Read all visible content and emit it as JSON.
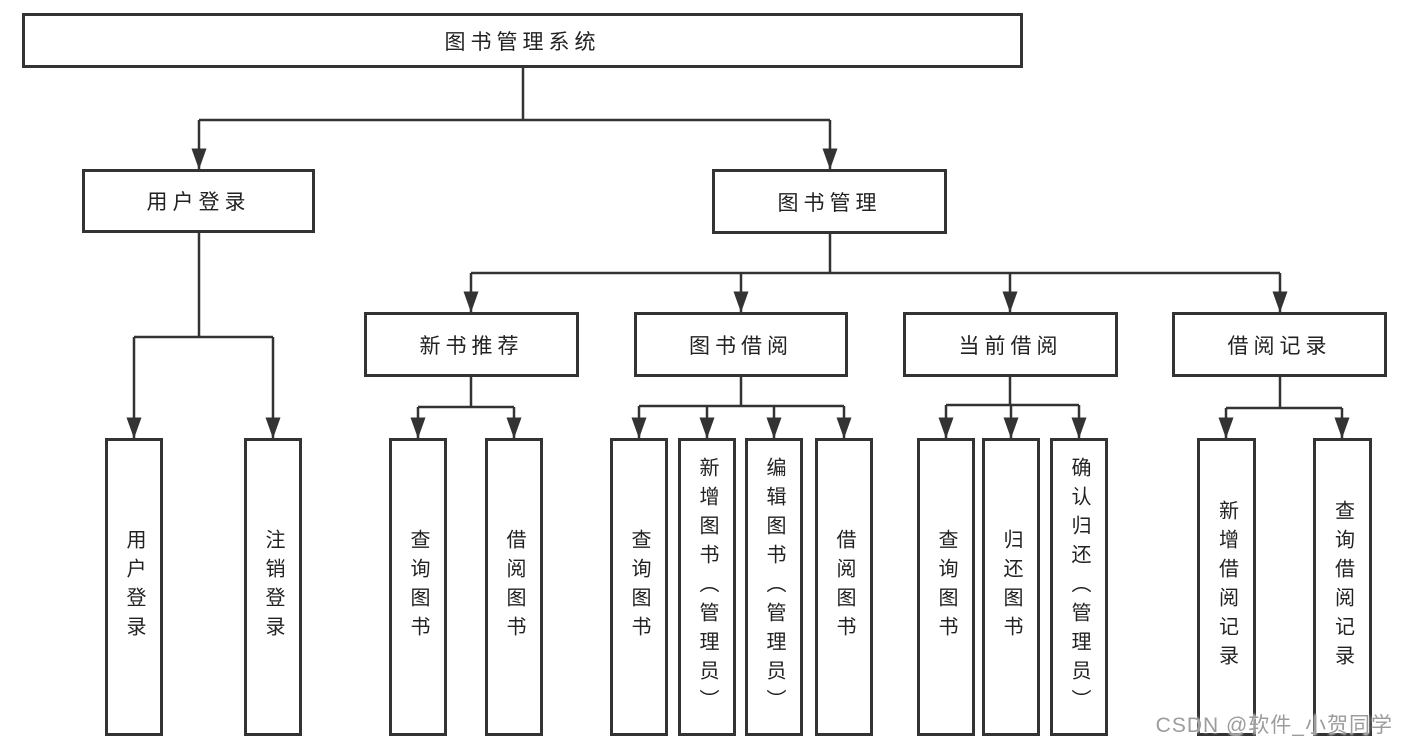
{
  "diagram": {
    "root": {
      "label": "图书管理系统"
    },
    "login_branch": {
      "label": "用户登录",
      "children": [
        {
          "label": "用户登录"
        },
        {
          "label": "注销登录"
        }
      ]
    },
    "mgmt_branch": {
      "label": "图书管理",
      "groups": [
        {
          "label": "新书推荐",
          "children": [
            {
              "label": "查询图书"
            },
            {
              "label": "借阅图书"
            }
          ]
        },
        {
          "label": "图书借阅",
          "children": [
            {
              "label": "查询图书"
            },
            {
              "label": "新增图书（管理员）"
            },
            {
              "label": "编辑图书（管理员）"
            },
            {
              "label": "借阅图书"
            }
          ]
        },
        {
          "label": "当前借阅",
          "children": [
            {
              "label": "查询图书"
            },
            {
              "label": "归还图书"
            },
            {
              "label": "确认归还（管理员）"
            }
          ]
        },
        {
          "label": "借阅记录",
          "children": [
            {
              "label": "新增借阅记录"
            },
            {
              "label": "查询借阅记录"
            }
          ]
        }
      ]
    }
  },
  "watermark": {
    "text": "CSDN @软件_小贺同学"
  },
  "colors": {
    "line": "#333333",
    "text": "#222222",
    "box_background": "#ffffff",
    "watermark": "#9c9c9c",
    "page_background": "#ffffff"
  }
}
